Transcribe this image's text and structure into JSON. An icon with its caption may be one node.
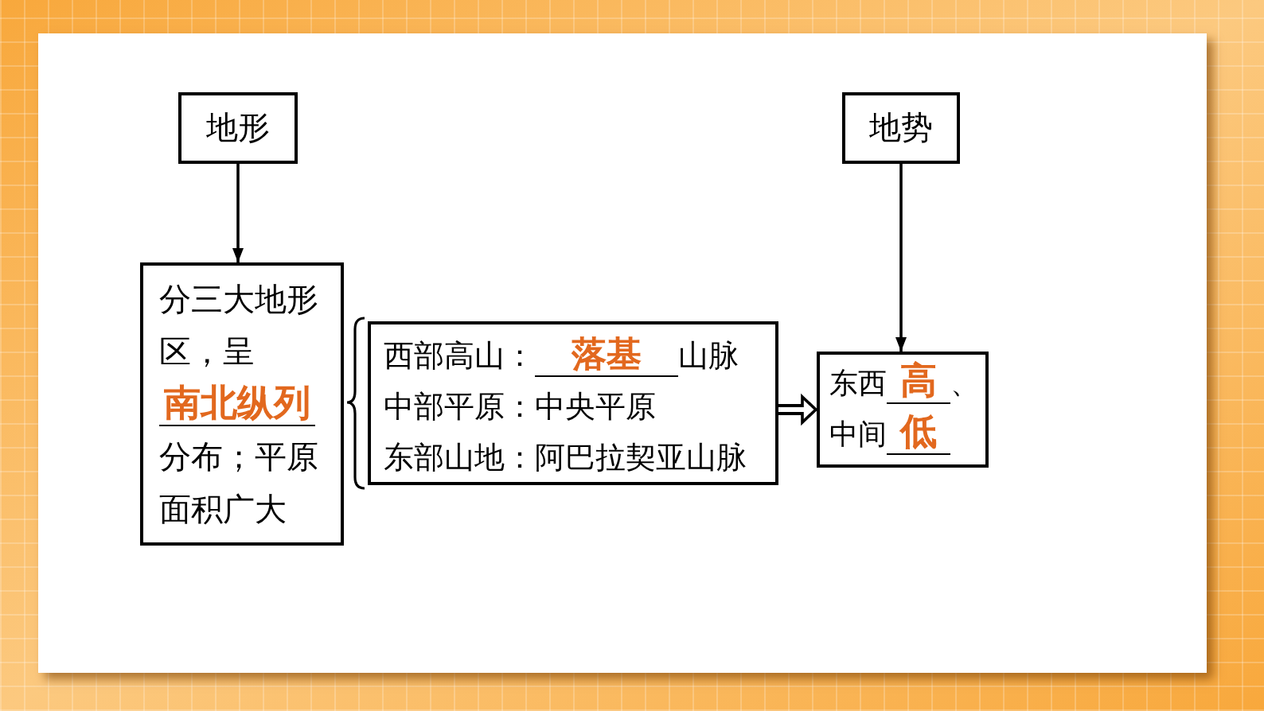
{
  "diagram": {
    "nodes": [
      {
        "text": [
          "地形"
        ]
      },
      {
        "text": [
          "分三大地形区，呈",
          "南北纵列",
          "分布；平原面积广大"
        ]
      },
      {
        "text": [
          "西部高山：",
          "落基",
          "山脉",
          "中部平原：中央平原",
          "东部山地：阿巴拉契亚山脉"
        ]
      },
      {
        "text": [
          "地势"
        ]
      },
      {
        "text": [
          "东西",
          "高",
          "、",
          "中间",
          "低"
        ]
      }
    ],
    "edges": [
      {
        "from": 0,
        "to": 1,
        "arrow": "to"
      },
      {
        "from": 2,
        "to": 4,
        "arrow": "to",
        "style": "thick"
      },
      {
        "from": 3,
        "to": 4,
        "arrow": "to"
      }
    ]
  }
}
